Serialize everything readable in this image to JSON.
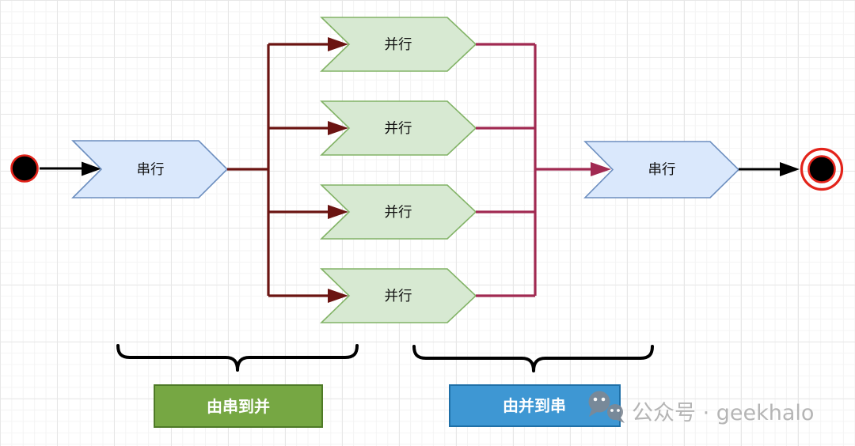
{
  "diagram": {
    "serial_in": {
      "label": "串行"
    },
    "parallel_nodes": [
      {
        "label": "并行"
      },
      {
        "label": "并行"
      },
      {
        "label": "并行"
      },
      {
        "label": "并行"
      }
    ],
    "serial_out": {
      "label": "串行"
    },
    "annotations": [
      {
        "label": "由串到并",
        "fill": "#76a743",
        "border": "#4e7a27"
      },
      {
        "label": "由并到串",
        "fill": "#3e97d3",
        "border": "#1f70a8"
      }
    ]
  },
  "watermark": {
    "icon": "wechat-icon",
    "text": "公众号 · geekhalo"
  },
  "colors": {
    "serial_fill": "#dae8fc",
    "serial_border": "#6c8ebf",
    "parallel_fill": "#d7e9d2",
    "parallel_border": "#82b366",
    "fan_out_connector": "#6b1412",
    "fan_in_connector": "#a12a52",
    "terminal_red": "#e3231a",
    "node_text": "#111111",
    "annotation_text": "#ffffff",
    "brace": "#000000",
    "watermark_text": "#b5b5b5"
  }
}
